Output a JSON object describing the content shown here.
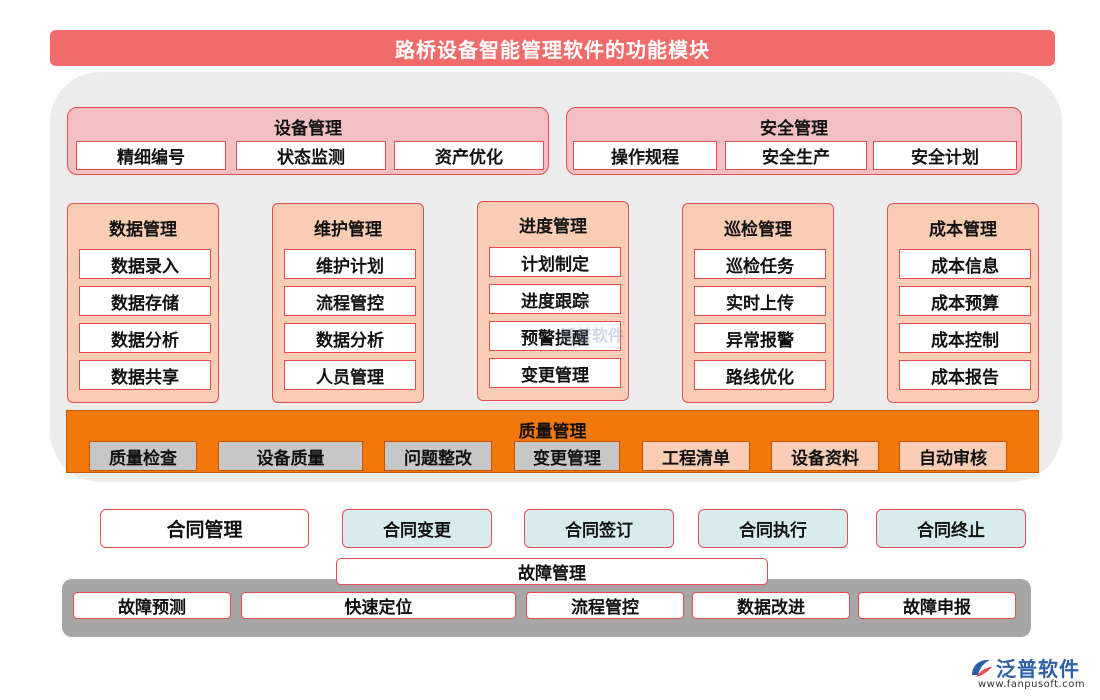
{
  "title": "路桥设备智能管理软件的功能模块",
  "top_modules": [
    {
      "title": "设备管理",
      "items": [
        "精细编号",
        "状态监测",
        "资产优化"
      ]
    },
    {
      "title": "安全管理",
      "items": [
        "操作规程",
        "安全生产",
        "安全计划"
      ]
    }
  ],
  "column_modules": [
    {
      "title": "数据管理",
      "items": [
        "数据录入",
        "数据存储",
        "数据分析",
        "数据共享"
      ]
    },
    {
      "title": "维护管理",
      "items": [
        "维护计划",
        "流程管控",
        "数据分析",
        "人员管理"
      ]
    },
    {
      "title": "进度管理",
      "items": [
        "计划制定",
        "进度跟踪",
        "预警提醒",
        "变更管理"
      ]
    },
    {
      "title": "巡检管理",
      "items": [
        "巡检任务",
        "实时上传",
        "异常报警",
        "路线优化"
      ]
    },
    {
      "title": "成本管理",
      "items": [
        "成本信息",
        "成本预算",
        "成本控制",
        "成本报告"
      ]
    }
  ],
  "quality": {
    "title": "质量管理",
    "items": [
      "质量检查",
      "设备质量",
      "问题整改",
      "变更管理",
      "工程清单",
      "设备资料",
      "自动审核"
    ]
  },
  "contracts": [
    "合同管理",
    "合同变更",
    "合同签订",
    "合同执行",
    "合同终止"
  ],
  "fault": {
    "title": "故障管理",
    "items": [
      "故障预测",
      "快速定位",
      "流程管控",
      "数据改进",
      "故障申报"
    ]
  },
  "watermark": "泛普软件",
  "logo": {
    "name": "泛普软件",
    "url": "www.fanpusoft.com",
    "icon": "fanpu-logo-icon"
  },
  "colors": {
    "title_bar": "#f26b6b",
    "border_red": "#e74c52",
    "top_module_fill": "#f2c0c2",
    "column_module_fill": "#f9cdb4",
    "quality_fill": "#f2780c",
    "contract_teal": "#d7ecec",
    "fault_panel": "#a6a6a6",
    "logo_blue": "#2b5fa7"
  }
}
